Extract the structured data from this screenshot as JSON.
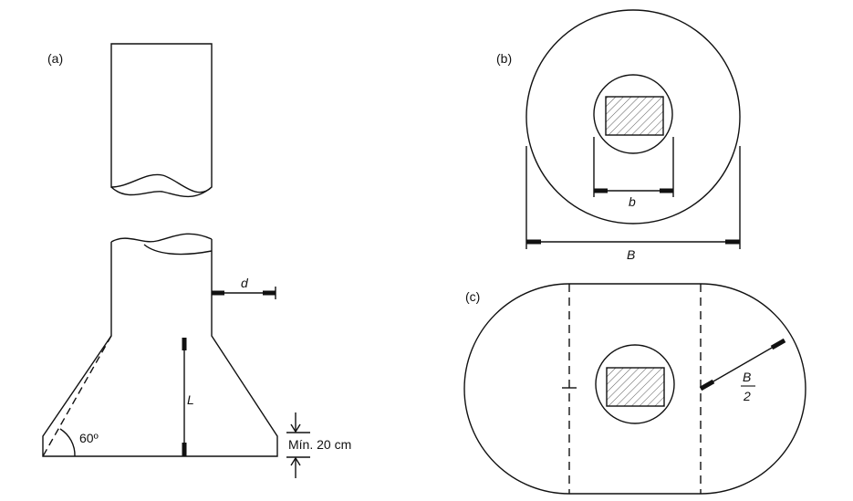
{
  "panels": {
    "a": {
      "label": "(a)",
      "dim_d": "d",
      "dim_L": "L",
      "angle": "60º",
      "min_height": "Mín. 20 cm"
    },
    "b": {
      "label": "(b)",
      "dim_b": "b",
      "dim_B": "B"
    },
    "c": {
      "label": "(c)",
      "frac_num": "B",
      "frac_den": "2"
    }
  },
  "colors": {
    "line": "#111111",
    "background": "#ffffff"
  }
}
